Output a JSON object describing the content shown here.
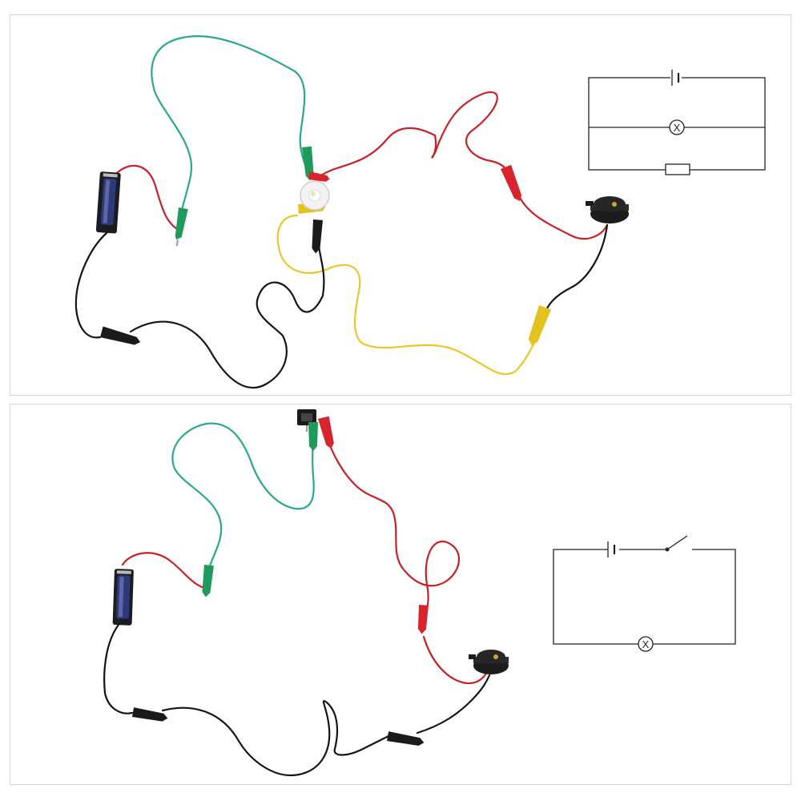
{
  "colors": {
    "green_wire": "#2aa889",
    "red_wire": "#c8202a",
    "yellow_wire": "#e8c72a",
    "black_wire": "#141414",
    "clip_green": "#1f9a5a",
    "clip_red": "#d8242c",
    "clip_yellow": "#e3c21f",
    "clip_black": "#1a1a1a",
    "schematic_line": "#222222"
  },
  "icons": {
    "battery": "battery-holder-icon",
    "bulb": "bulb-icon",
    "buzzer": "buzzer-icon",
    "switch": "switch-icon",
    "lamp_symbol": "lamp-symbol-icon",
    "resistor_symbol": "resistor-symbol-icon",
    "cell_symbol": "cell-symbol-icon",
    "switch_symbol": "switch-symbol-icon"
  },
  "top_circuit": {
    "components": [
      "battery",
      "bulb",
      "buzzer"
    ],
    "schematic": {
      "branches": [
        "cell",
        "lamp",
        "resistor"
      ],
      "lamp_glyph": "X"
    }
  },
  "bottom_circuit": {
    "components": [
      "battery",
      "switch",
      "buzzer"
    ],
    "schematic": {
      "elements": [
        "cell",
        "switch",
        "lamp"
      ],
      "lamp_glyph": "X"
    }
  }
}
